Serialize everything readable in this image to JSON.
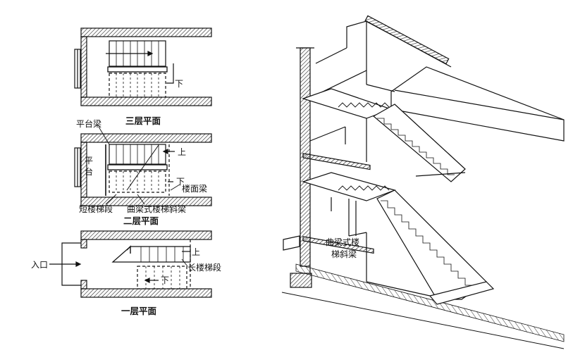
{
  "plans": {
    "third_floor": {
      "title": "三层平面",
      "down": "下"
    },
    "second_floor": {
      "title": "二层平面",
      "up": "上",
      "down": "下",
      "landing_beam": "平台梁",
      "landing": "平\n台",
      "floor_beam": "楼面梁",
      "short_flight": "短楼梯段",
      "curved_stringer": "曲梁式楼梯斜梁"
    },
    "first_floor": {
      "title": "一层平面",
      "entrance": "入口",
      "up": "上",
      "down": "下",
      "long_flight": "长楼梯段"
    }
  },
  "perspective": {
    "label": "曲梁式楼\n梯斜梁"
  }
}
